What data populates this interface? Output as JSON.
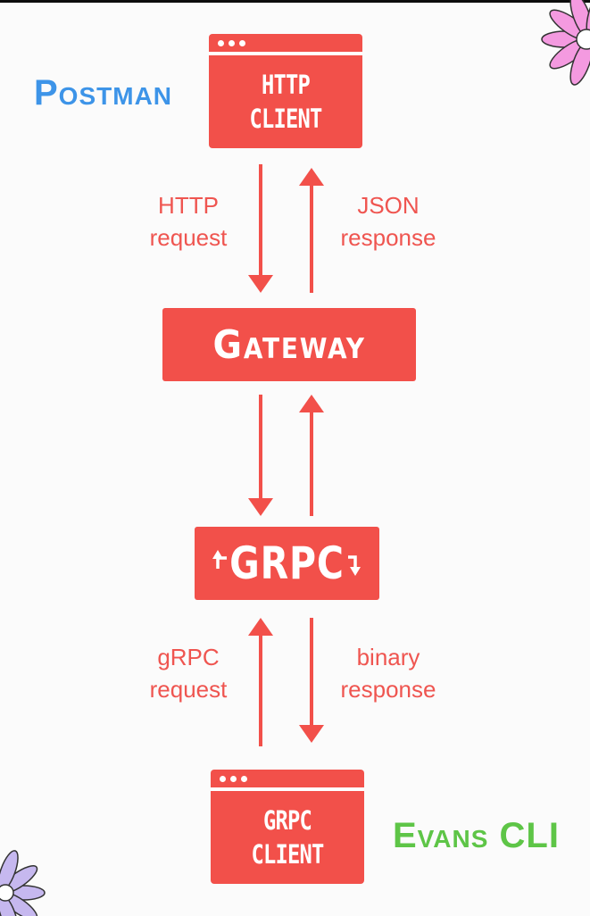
{
  "nodes": {
    "http_client": {
      "line1": "HTTP",
      "line2": "CLIENT"
    },
    "gateway": {
      "label": "Gateway"
    },
    "grpc": {
      "label": "GRPC"
    },
    "grpc_client": {
      "line1": "GRPC",
      "line2": "CLIENT"
    }
  },
  "tools": {
    "postman": "Postman",
    "evans": "Evans CLI"
  },
  "edges": {
    "http_request": {
      "line1": "HTTP",
      "line2": "request"
    },
    "json_response": {
      "line1": "JSON",
      "line2": "response"
    },
    "grpc_request": {
      "line1": "gRPC",
      "line2": "request"
    },
    "binary_response": {
      "line1": "binary",
      "line2": "response"
    }
  },
  "colors": {
    "accent": "#f2504a",
    "postman": "#3d94e8",
    "evans": "#5ec547",
    "flower_pink": "#f49ae0",
    "flower_lavender": "#c6b8ef"
  },
  "icons": {
    "window_dots": "three-dots-icon",
    "grpc_arrows": "grpc-arrow-icon",
    "decoration": "flower-icon"
  }
}
